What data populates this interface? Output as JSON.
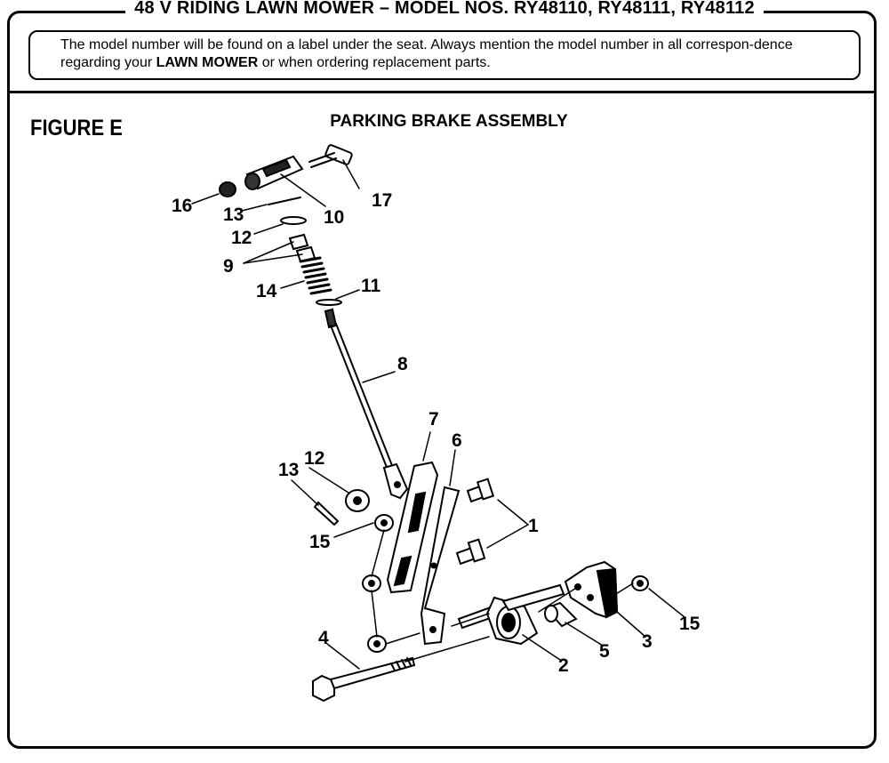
{
  "header": {
    "title": "48 V RIDING LAWN MOWER – MODEL NOS. RY48110, RY48111, RY48112"
  },
  "notice": {
    "text_before": "The model number will be found on a label under the seat. Always mention the model number in all correspon-dence regarding your ",
    "emphasis": "LAWN MOWER",
    "text_after": " or when ordering replacement parts."
  },
  "figure": {
    "label": "FIGURE E",
    "title": "PARKING BRAKE ASSEMBLY"
  },
  "callouts": [
    "16",
    "13",
    "10",
    "17",
    "12",
    "9",
    "14",
    "11",
    "8",
    "7",
    "6",
    "12",
    "13",
    "15",
    "1",
    "4",
    "2",
    "5",
    "3",
    "15"
  ]
}
